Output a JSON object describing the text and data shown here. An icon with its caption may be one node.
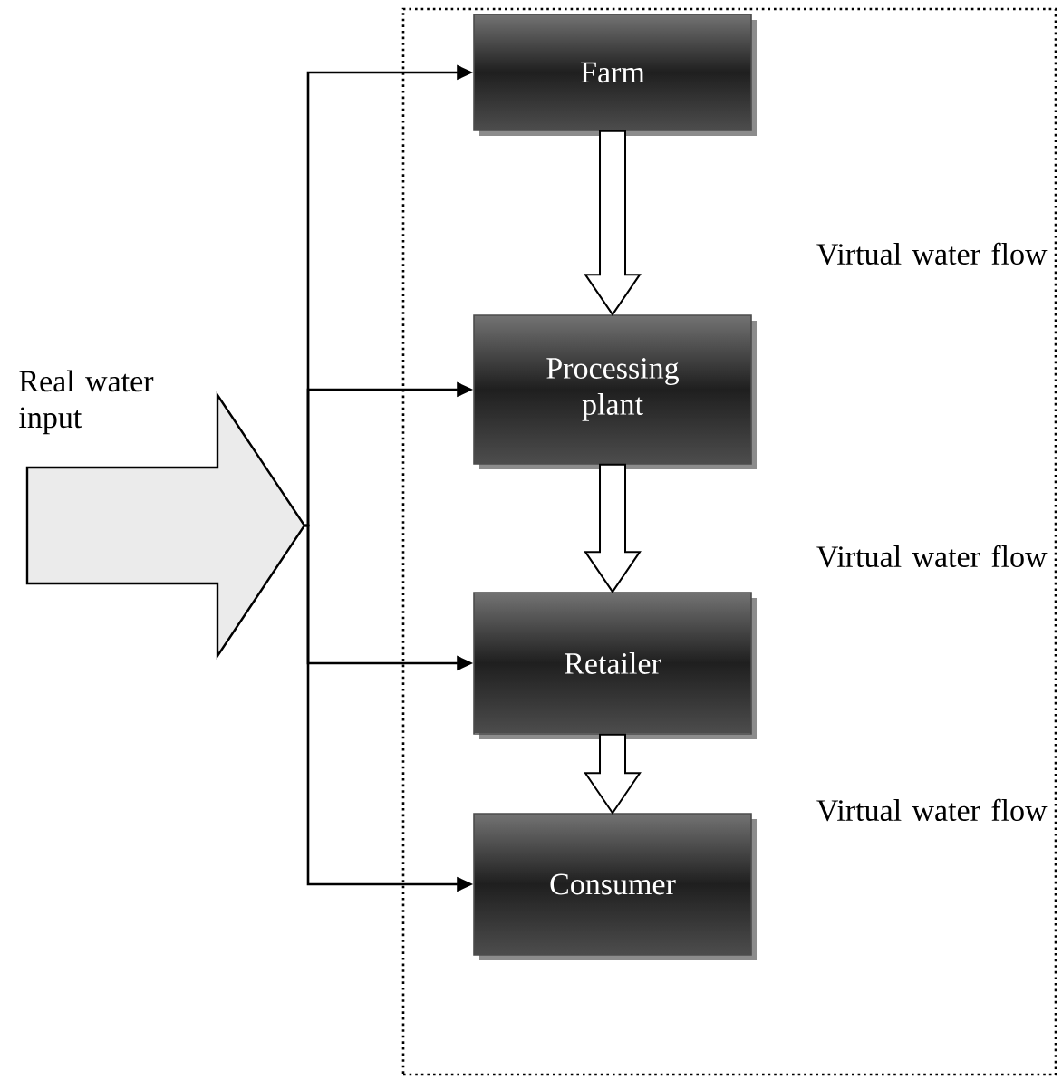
{
  "diagram": {
    "nodes": [
      {
        "text": [
          "Real water input"
        ]
      },
      {
        "text": [],
        "shape": "box"
      },
      {
        "text": [
          "Farm"
        ],
        "in": 1
      },
      {
        "text": [
          "Processing plant"
        ],
        "in": 1
      },
      {
        "text": [
          "Retailer"
        ],
        "in": 1
      },
      {
        "text": [
          "Consumer"
        ],
        "in": 1
      }
    ],
    "edges": [
      {
        "from": 0,
        "to": 2,
        "arrow": "to"
      },
      {
        "from": 0,
        "to": 3,
        "arrow": "to"
      },
      {
        "from": 0,
        "to": 4,
        "arrow": "to"
      },
      {
        "from": 0,
        "to": 5,
        "arrow": "to"
      },
      {
        "from": 2,
        "to": 3,
        "arrow": "to",
        "style": "thick"
      },
      {
        "from": 3,
        "to": 4,
        "arrow": "to",
        "style": "thick"
      },
      {
        "from": 4,
        "to": 5,
        "arrow": "to",
        "style": "thick"
      }
    ],
    "labels": [
      "Virtual water flow",
      "Virtual water flow",
      "Virtual water flow"
    ]
  }
}
